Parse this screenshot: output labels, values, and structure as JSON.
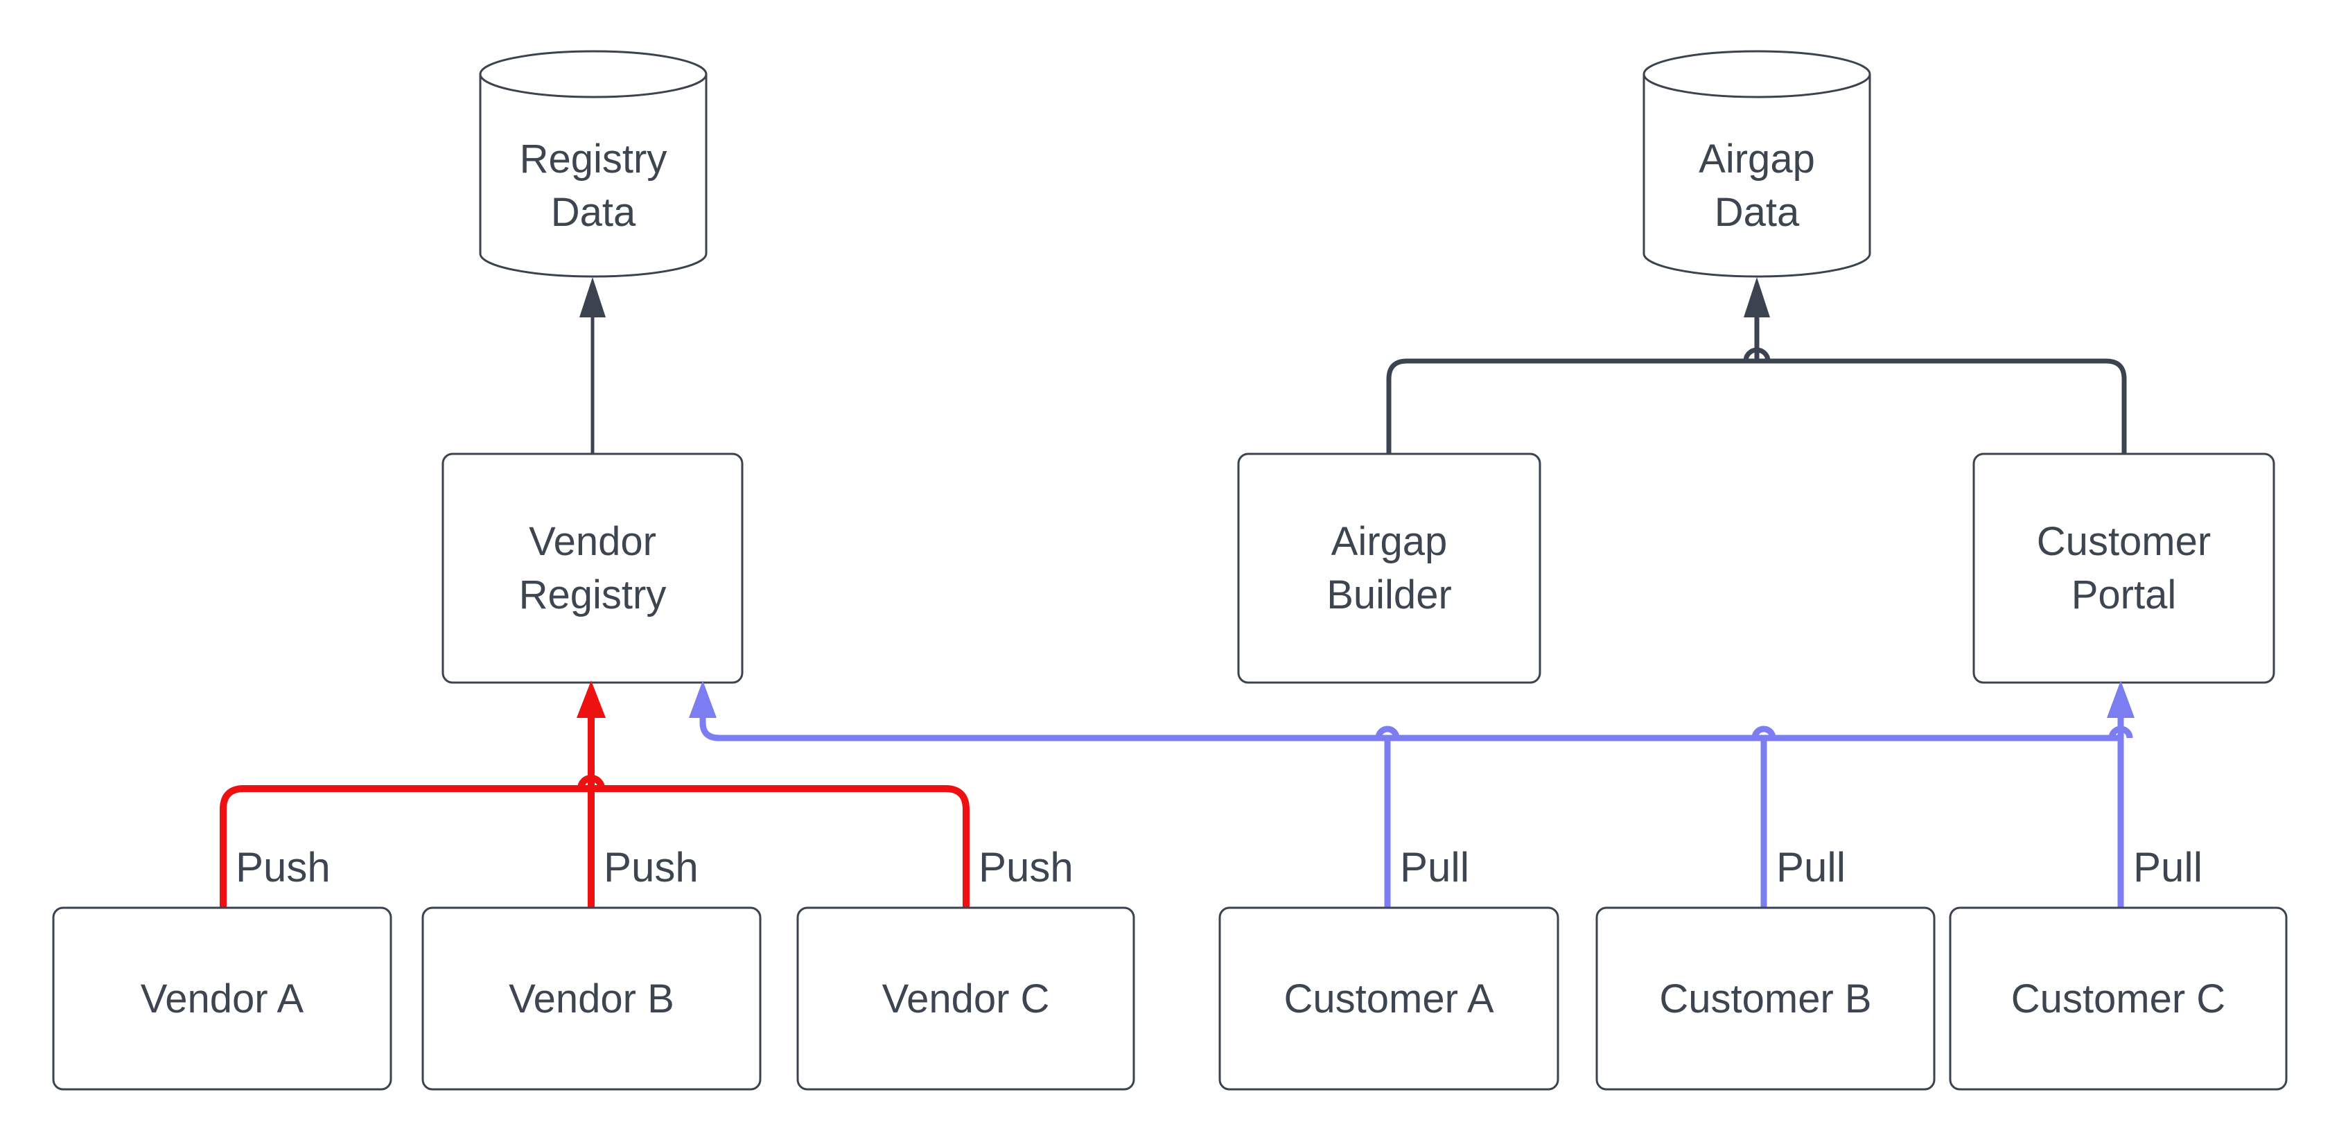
{
  "page": {
    "background": "#ffffff"
  },
  "colors": {
    "dark": "#3b4350",
    "red": "#ee1111",
    "blue": "#7d7df2",
    "text": "#3d4551",
    "node_fill": "#ffffff"
  },
  "nodes": {
    "registry_data": {
      "label": "Registry\nData",
      "shape": "cylinder"
    },
    "airgap_data": {
      "label": "Airgap\nData",
      "shape": "cylinder"
    },
    "vendor_registry": {
      "label": "Vendor\nRegistry",
      "shape": "rect"
    },
    "airgap_builder": {
      "label": "Airgap\nBuilder",
      "shape": "rect"
    },
    "customer_portal": {
      "label": "Customer\nPortal",
      "shape": "rect"
    },
    "vendor_a": {
      "label": "Vendor A",
      "shape": "rect"
    },
    "vendor_b": {
      "label": "Vendor B",
      "shape": "rect"
    },
    "vendor_c": {
      "label": "Vendor C",
      "shape": "rect"
    },
    "customer_a": {
      "label": "Customer A",
      "shape": "rect"
    },
    "customer_b": {
      "label": "Customer B",
      "shape": "rect"
    },
    "customer_c": {
      "label": "Customer C",
      "shape": "rect"
    }
  },
  "edges": [
    {
      "from": "vendor_registry",
      "to": "registry_data",
      "color": "dark",
      "label": ""
    },
    {
      "from": "airgap_builder",
      "to": "airgap_data",
      "color": "dark",
      "label": ""
    },
    {
      "from": "customer_portal",
      "to": "airgap_data",
      "color": "dark",
      "label": ""
    },
    {
      "from": "vendor_a",
      "to": "vendor_registry",
      "color": "red",
      "label": "Push"
    },
    {
      "from": "vendor_b",
      "to": "vendor_registry",
      "color": "red",
      "label": "Push"
    },
    {
      "from": "vendor_c",
      "to": "vendor_registry",
      "color": "red",
      "label": "Push"
    },
    {
      "from": "customer_a",
      "to": "vendor_registry",
      "color": "blue",
      "label": "Pull"
    },
    {
      "from": "customer_b",
      "to": "vendor_registry",
      "color": "blue",
      "label": "Pull"
    },
    {
      "from": "customer_c",
      "to": "customer_portal",
      "color": "blue",
      "label": "Pull"
    }
  ]
}
